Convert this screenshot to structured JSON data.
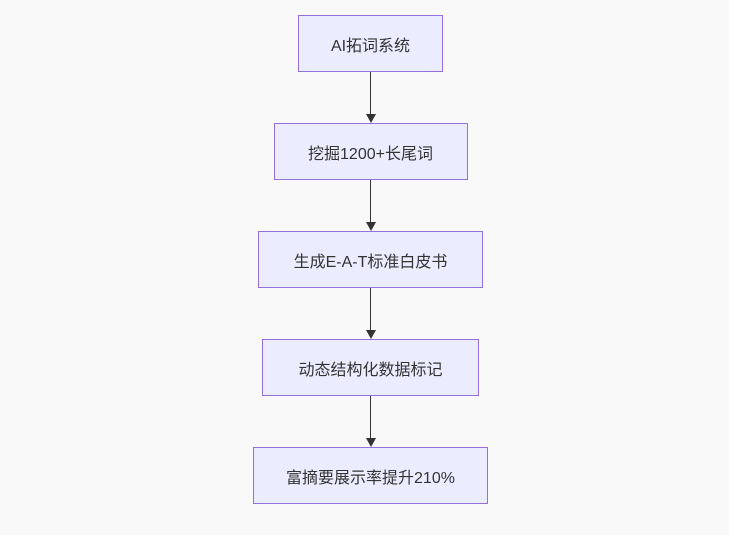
{
  "diagram": {
    "type": "flowchart",
    "direction": "top-down",
    "nodes": [
      {
        "label": "AI拓词系统"
      },
      {
        "label": "挖掘1200+长尾词"
      },
      {
        "label": "生成E-A-T标准白皮书"
      },
      {
        "label": "动态结构化数据标记"
      },
      {
        "label": "富摘要展示率提升210%"
      }
    ],
    "edges": [
      {
        "from": 0,
        "to": 1
      },
      {
        "from": 1,
        "to": 2
      },
      {
        "from": 2,
        "to": 3
      },
      {
        "from": 3,
        "to": 4
      }
    ],
    "colors": {
      "background": "#f9f9f9",
      "node_fill": "#ECECFF",
      "node_border": "#9370DB",
      "arrow": "#333333",
      "text": "#333333"
    }
  }
}
